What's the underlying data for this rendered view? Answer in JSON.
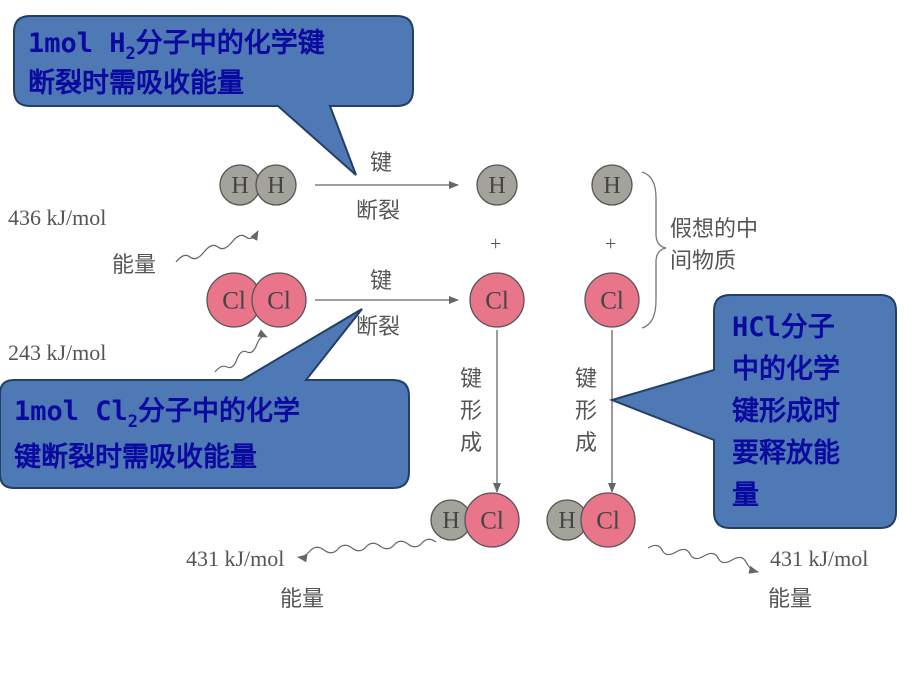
{
  "colors": {
    "h_atom": "#a3a39b",
    "cl_atom": "#e8758a",
    "callout_fill": "#4f79b5",
    "callout_text": "#0a0aa0",
    "line": "#666666"
  },
  "atoms": {
    "h": "H",
    "cl": "Cl"
  },
  "labels": {
    "bond_break": [
      "键",
      "断裂"
    ],
    "bond_form": [
      "键",
      "形",
      "成"
    ],
    "plus": "+",
    "hypothetical": [
      "假想的中",
      "间物质"
    ],
    "energy": "能量",
    "energy_h2": "436 kJ/mol",
    "energy_cl2": "243 kJ/mol",
    "energy_hcl_left": "431 kJ/mol",
    "energy_hcl_right": "431 kJ/mol"
  },
  "callouts": {
    "h2": {
      "line1_pre": "1mol H",
      "line1_sub": "2",
      "line1_post": "分子中的化学键",
      "line2": "断裂时需吸收能量"
    },
    "cl2": {
      "line1_pre": "1mol Cl",
      "line1_sub": "2",
      "line1_post": "分子中的化学",
      "line2": "键断裂时需吸收能量"
    },
    "hcl": {
      "lines": [
        "HCl分子",
        "中的化学",
        "键形成时",
        "要释放能",
        "量"
      ]
    }
  }
}
